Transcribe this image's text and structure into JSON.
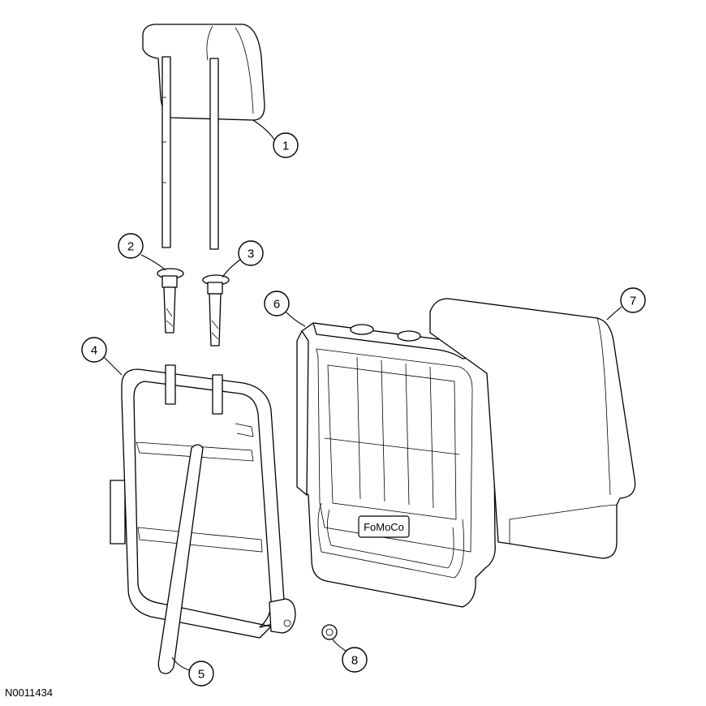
{
  "figure": {
    "id": "N0011434",
    "logo_text": "FoMoCo"
  },
  "callouts": [
    {
      "number": "1"
    },
    {
      "number": "2"
    },
    {
      "number": "3"
    },
    {
      "number": "4"
    },
    {
      "number": "5"
    },
    {
      "number": "6"
    },
    {
      "number": "7"
    },
    {
      "number": "8"
    }
  ],
  "colors": {
    "line": "#000000",
    "background": "#ffffff"
  }
}
